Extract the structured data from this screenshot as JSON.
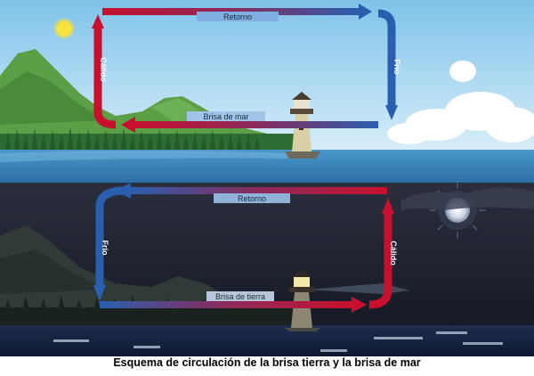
{
  "day": {
    "top_label": "Retorno",
    "bottom_label": "Brisa de mar",
    "left_label": "Cálido",
    "right_label": "Frío"
  },
  "night": {
    "top_label": "Retorno",
    "bottom_label": "Brisa de tierra",
    "left_label": "Frío",
    "right_label": "Cálido"
  },
  "caption": "Esquema de circulación de la brisa tierra y la brisa de mar",
  "colors": {
    "warm": "#c8102e",
    "cold": "#2a5fb0",
    "day_sky": "#cfe9f7",
    "night_sky": "#1a1d29",
    "sea_day": "#3f8ac2",
    "sea_night": "#16223d",
    "sun": "#f6e23a",
    "moon": "#e9eef5"
  },
  "icons": [
    "sun-icon",
    "moon-icon",
    "lighthouse-icon",
    "cloud-icon",
    "mountain-icon",
    "forest-icon"
  ]
}
